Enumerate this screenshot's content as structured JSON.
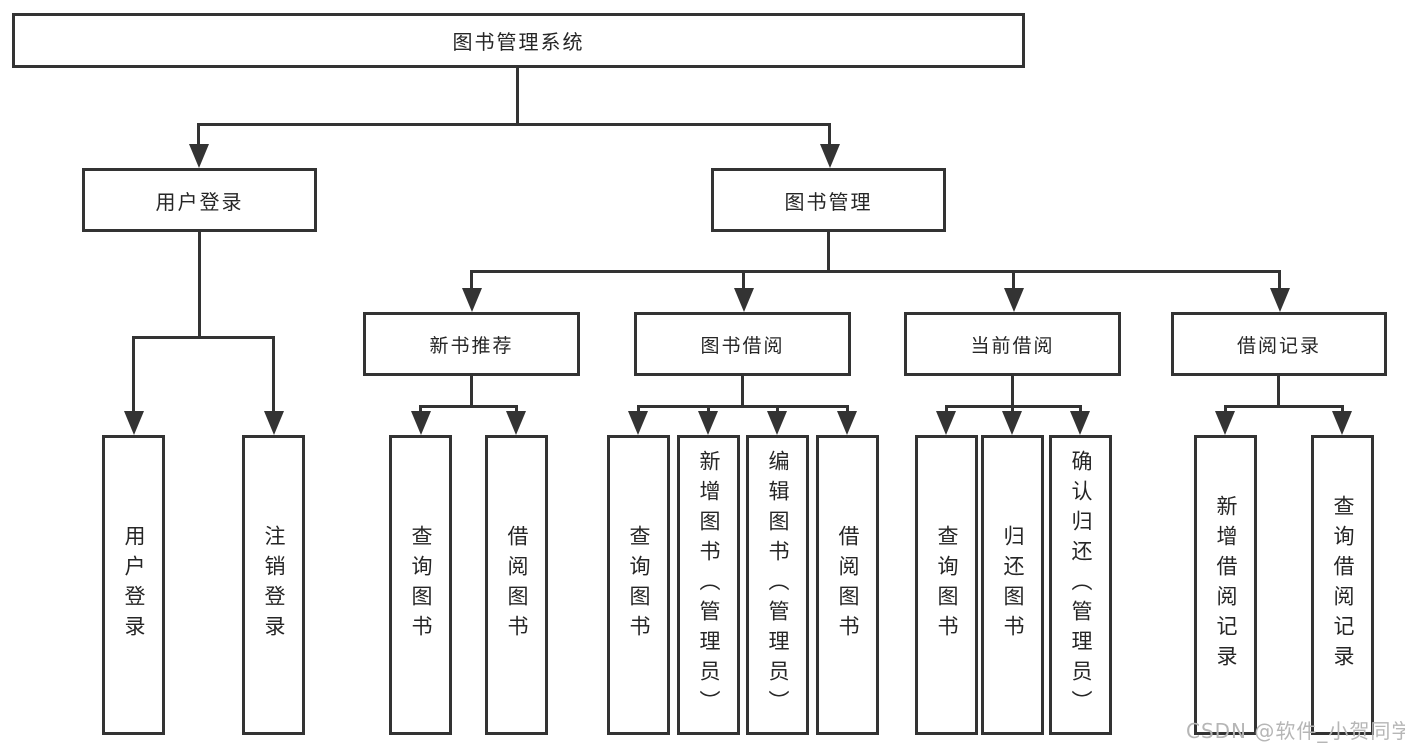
{
  "colors": {
    "line": "#333333",
    "text": "#262626",
    "background": "#ffffff",
    "watermark": "#b6b6b6"
  },
  "watermark": {
    "text": "CSDN @软件_小贺同学"
  },
  "tree": {
    "root": "图书管理系统",
    "children": [
      {
        "label": "用户登录",
        "children": [
          "用户登录",
          "注销登录"
        ]
      },
      {
        "label": "图书管理",
        "children": [
          {
            "label": "新书推荐",
            "children": [
              "查询图书",
              "借阅图书"
            ]
          },
          {
            "label": "图书借阅",
            "children": [
              "查询图书",
              "新增图书（管理员）",
              "编辑图书（管理员）",
              "借阅图书"
            ]
          },
          {
            "label": "当前借阅",
            "children": [
              "查询图书",
              "归还图书",
              "确认归还（管理员）"
            ]
          },
          {
            "label": "借阅记录",
            "children": [
              "新增借阅记录",
              "查询借阅记录"
            ]
          }
        ]
      }
    ]
  }
}
